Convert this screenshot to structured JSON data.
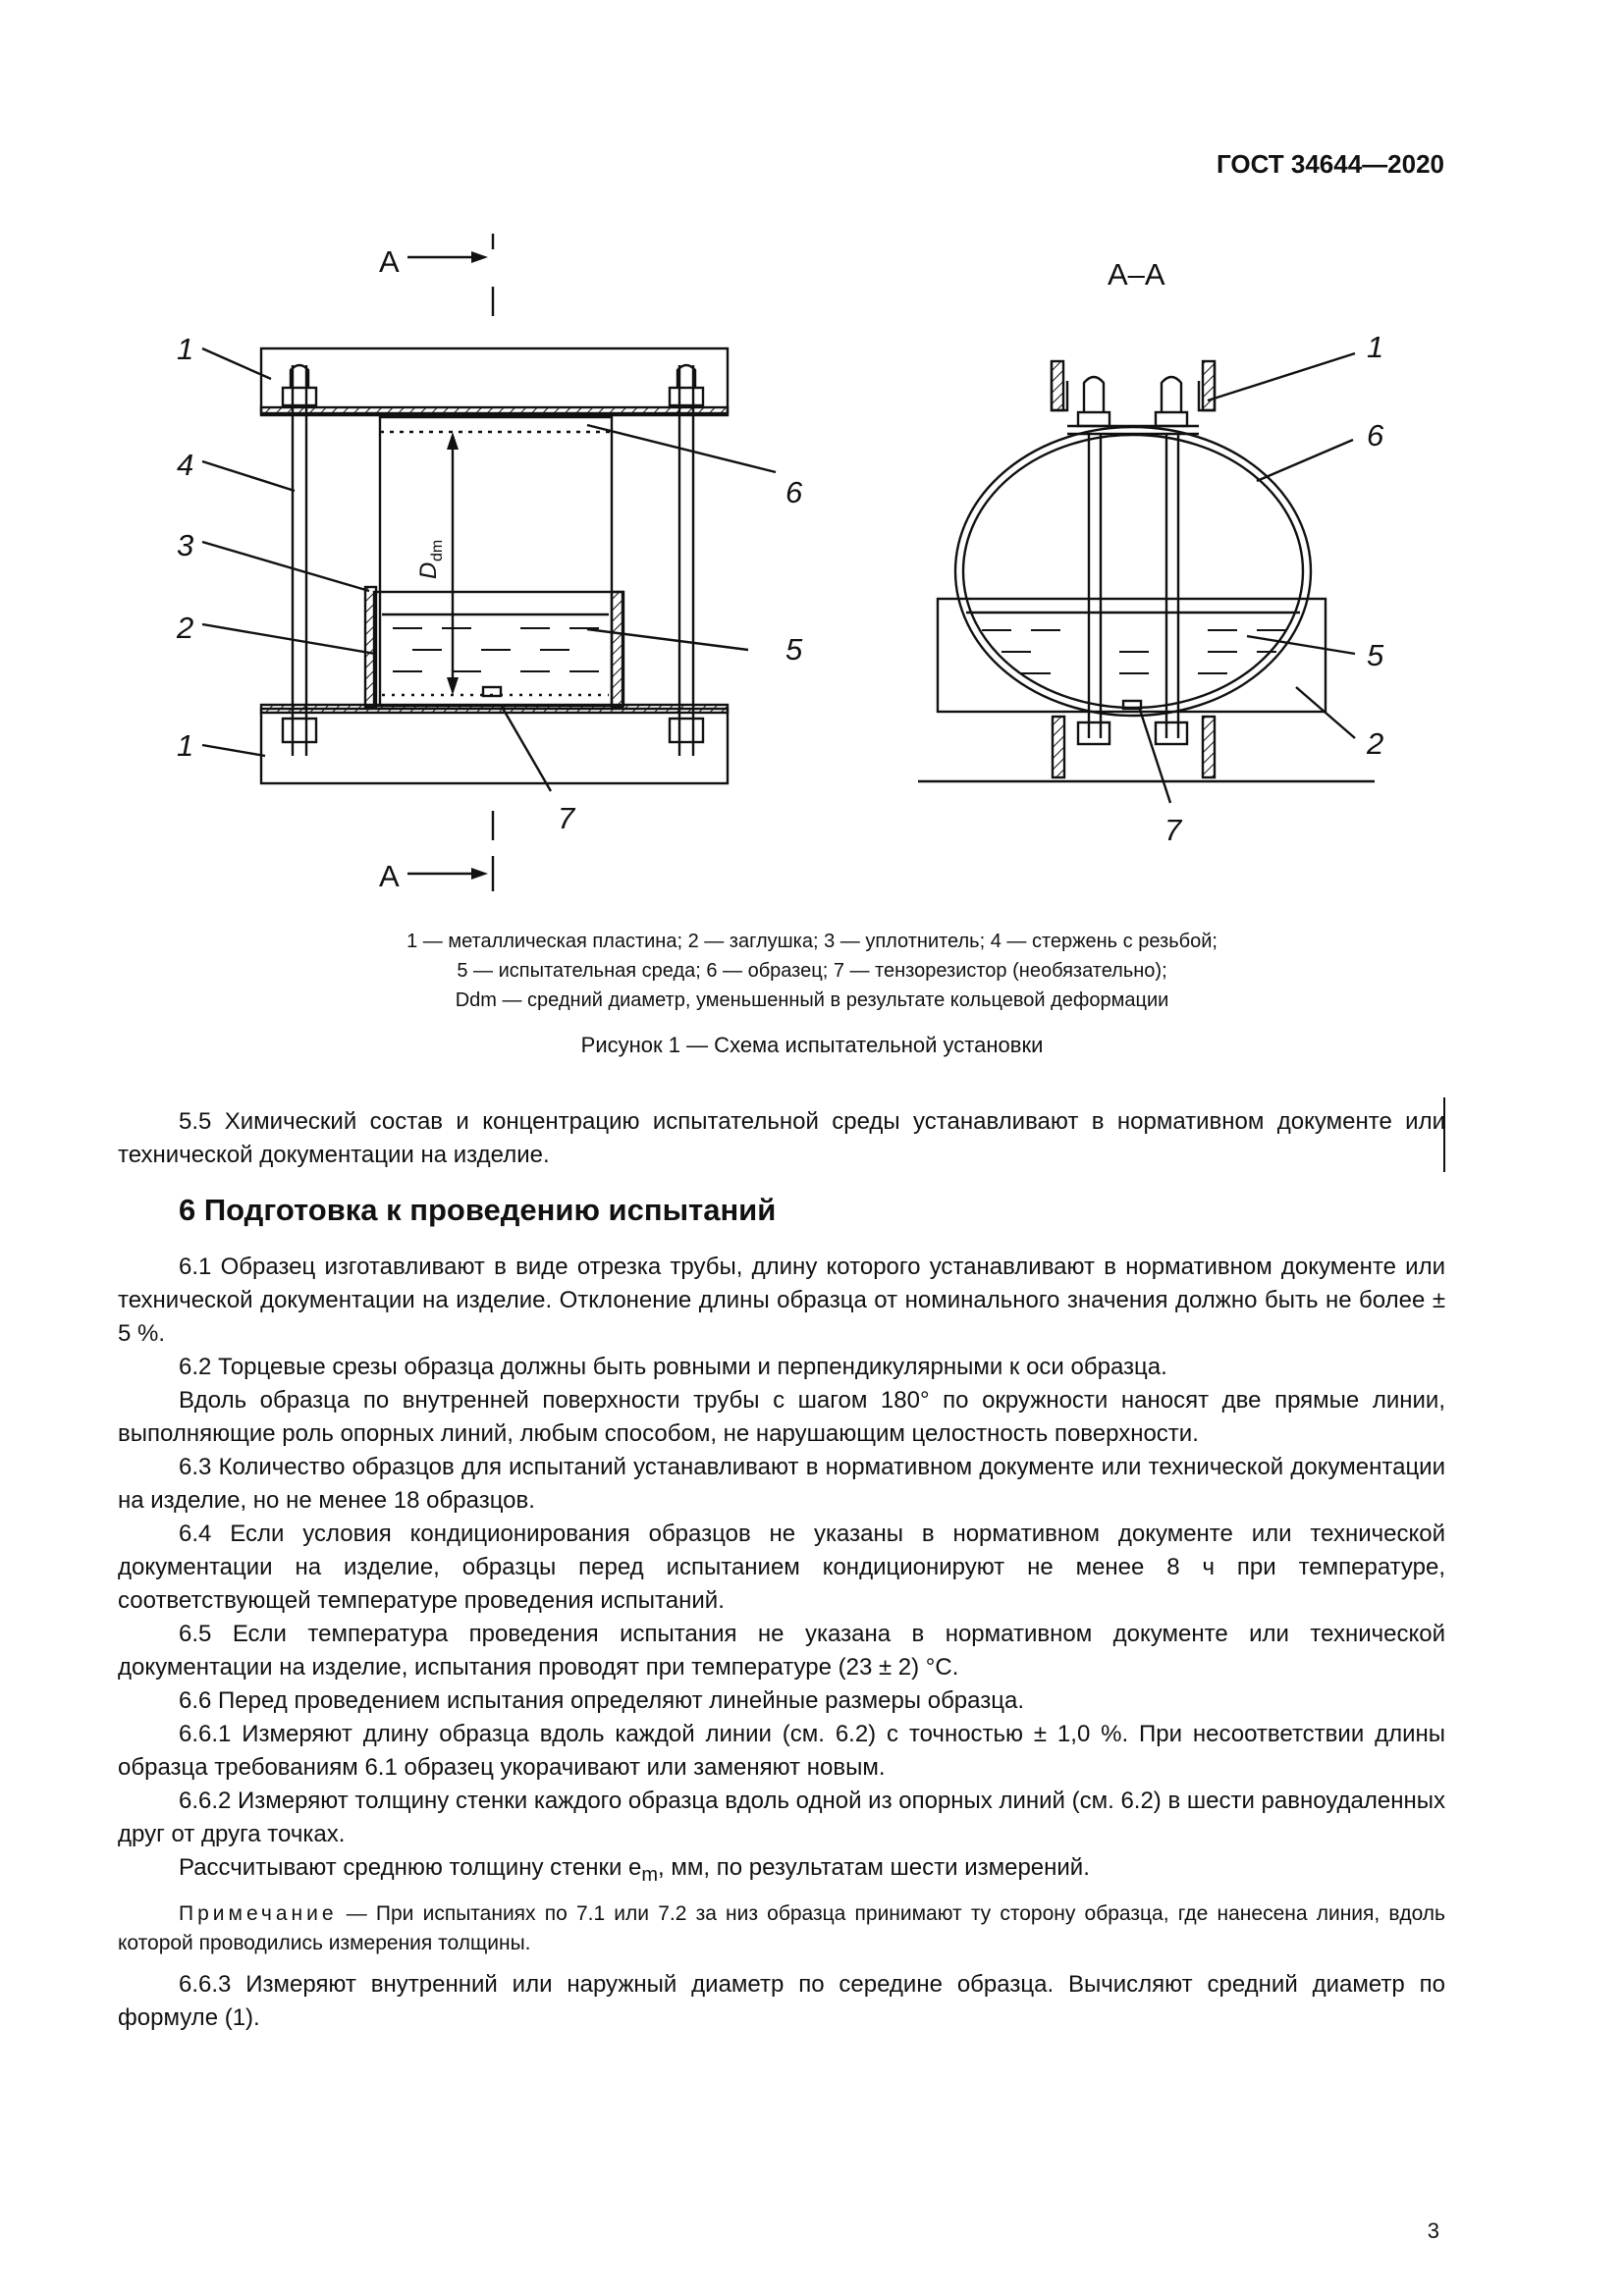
{
  "header": {
    "doc_id": "ГОСТ 34644—2020"
  },
  "figure": {
    "section_left": "А",
    "section_right": "А–А",
    "callouts_left": [
      "1",
      "4",
      "3",
      "2",
      "1",
      "6",
      "5",
      "7"
    ],
    "callouts_right": [
      "1",
      "6",
      "5",
      "2",
      "7"
    ],
    "dim_label": "D",
    "dim_sub": "dm",
    "legend_line1": "1 — металлическая пластина; 2 — заглушка; 3 — уплотнитель; 4 — стержень с резьбой;",
    "legend_line2": "5 — испытательная среда; 6 — образец; 7 — тензорезистор (необязательно);",
    "legend_line3": "Ddm — средний диаметр, уменьшенный в результате кольцевой деформации",
    "caption": "Рисунок 1 — Схема испытательной установки"
  },
  "body": {
    "p_5_5": "5.5 Химический состав и концентрацию испытательной среды устанавливают в нормативном документе или технической документации на изделие.",
    "heading_6": "6 Подготовка к проведению испытаний",
    "p_6_1": "6.1 Образец изготавливают в виде отрезка трубы, длину которого устанавливают в нормативном документе или технической документации на изделие. Отклонение длины образца от номинального значения должно быть не более ± 5 %.",
    "p_6_2": "6.2 Торцевые срезы образца должны быть ровными и перпендикулярными к оси образца.",
    "p_6_2b": "Вдоль образца по внутренней поверхности трубы с шагом 180° по окружности наносят две прямые линии, выполняющие роль опорных линий, любым способом, не нарушающим целостность поверхности.",
    "p_6_3": "6.3 Количество образцов для испытаний устанавливают в нормативном документе или технической документации на изделие, но не менее 18 образцов.",
    "p_6_4": "6.4 Если условия кондиционирования образцов не указаны в нормативном документе или технической документации на изделие, образцы перед испытанием кондиционируют не менее 8 ч при температуре, соответствующей температуре проведения испытаний.",
    "p_6_5": "6.5 Если температура проведения испытания не указана в нормативном документе или технической документации на изделие, испытания проводят при температуре (23 ± 2) °С.",
    "p_6_6": "6.6 Перед проведением испытания определяют линейные размеры образца.",
    "p_6_6_1": "6.6.1 Измеряют длину образца вдоль каждой линии (см. 6.2) с точностью ± 1,0 %. При несоответствии длины образца требованиям 6.1 образец укорачивают или заменяют новым.",
    "p_6_6_2": "6.6.2 Измеряют толщину стенки каждого образца вдоль одной из опорных линий (см. 6.2) в шести равноудаленных друг от друга точках.",
    "p_avg_a": "Рассчитывают среднюю толщину стенки e",
    "p_avg_sub": "m",
    "p_avg_b": ", мм, по результатам шести измерений.",
    "note_label": "Примечание",
    "note_text": " — При испытаниях по 7.1 или 7.2 за низ образца принимают ту сторону образца, где нанесена линия, вдоль которой проводились измерения толщины.",
    "p_6_6_3": "6.6.3 Измеряют внутренний или наружный диаметр по середине образца. Вычисляют средний диаметр по формуле (1)."
  },
  "footer": {
    "page_number": "3"
  }
}
